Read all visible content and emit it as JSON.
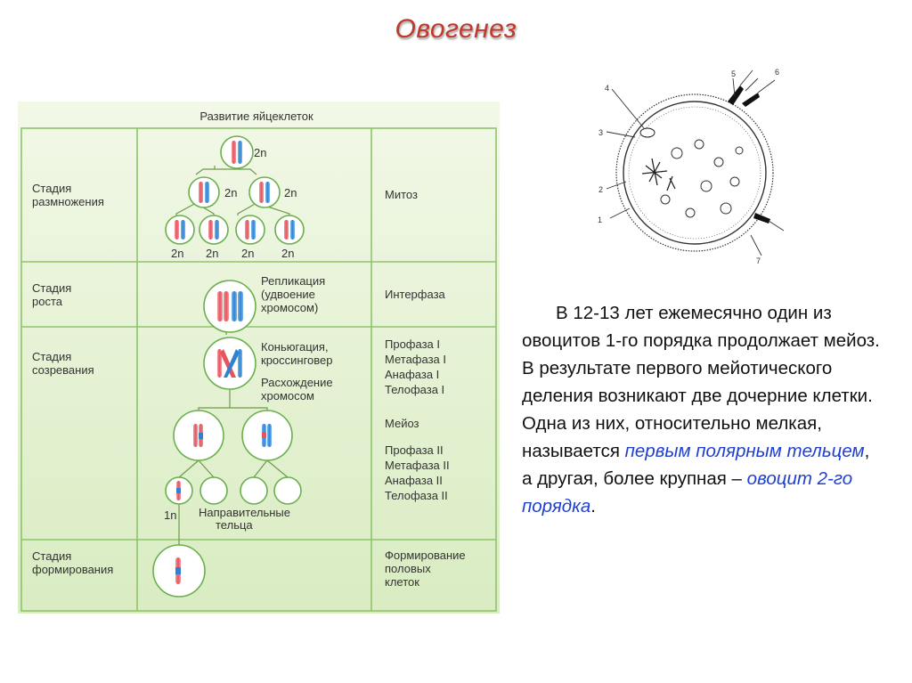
{
  "title": "Овогенез",
  "diagram": {
    "header": "Развитие яйцеклеток",
    "stages": [
      {
        "name": [
          "Стадия",
          "размножения"
        ],
        "process": [
          "Митоз"
        ]
      },
      {
        "name": [
          "Стадия",
          "роста"
        ],
        "process": [
          "Интерфаза"
        ]
      },
      {
        "name": [
          "Стадия",
          "созревания"
        ],
        "process": [
          "Профаза I",
          "Метафаза I",
          "Анафаза I",
          "Телофаза I",
          "",
          "Мейоз",
          "",
          "Профаза II",
          "Метафаза II",
          "Анафаза II",
          "Телофаза II"
        ]
      },
      {
        "name": [
          "Стадия",
          "формирования"
        ],
        "process": [
          "Формирование",
          "половых",
          "клеток"
        ]
      }
    ],
    "labels": {
      "ploidy_2n": "2n",
      "ploidy_1n": "1n",
      "replication": [
        "Репликация",
        "(удвоение",
        "хромосом)"
      ],
      "conjugation": [
        "Коньюгация,",
        "кроссинговер"
      ],
      "divergence": [
        "Расхождение",
        "хромосом"
      ],
      "polar_bodies": [
        "Направительные",
        "тельца"
      ]
    }
  },
  "ovum_numbers": [
    "1",
    "2",
    "3",
    "4",
    "5",
    "6",
    "7"
  ],
  "text": {
    "p1": "В 12-13 лет ежемесячно один из овоцитов 1-го порядка продолжает мейоз. В результате первого мейотического деления возникают две дочерние клетки. Одна из них, относительно мелкая, называется ",
    "hl1": "первым полярным тельцем",
    "p2": ", а другая, более крупная – ",
    "hl2": "овоцит 2-го порядка",
    "p3": "."
  },
  "colors": {
    "title": "#c0392b",
    "grid_line": "#8fc36b",
    "cell_fill": "#ffffff",
    "chromosome_red": "#e8676f",
    "chromosome_blue": "#3a8fd9",
    "highlight": "#1f3fd0"
  }
}
